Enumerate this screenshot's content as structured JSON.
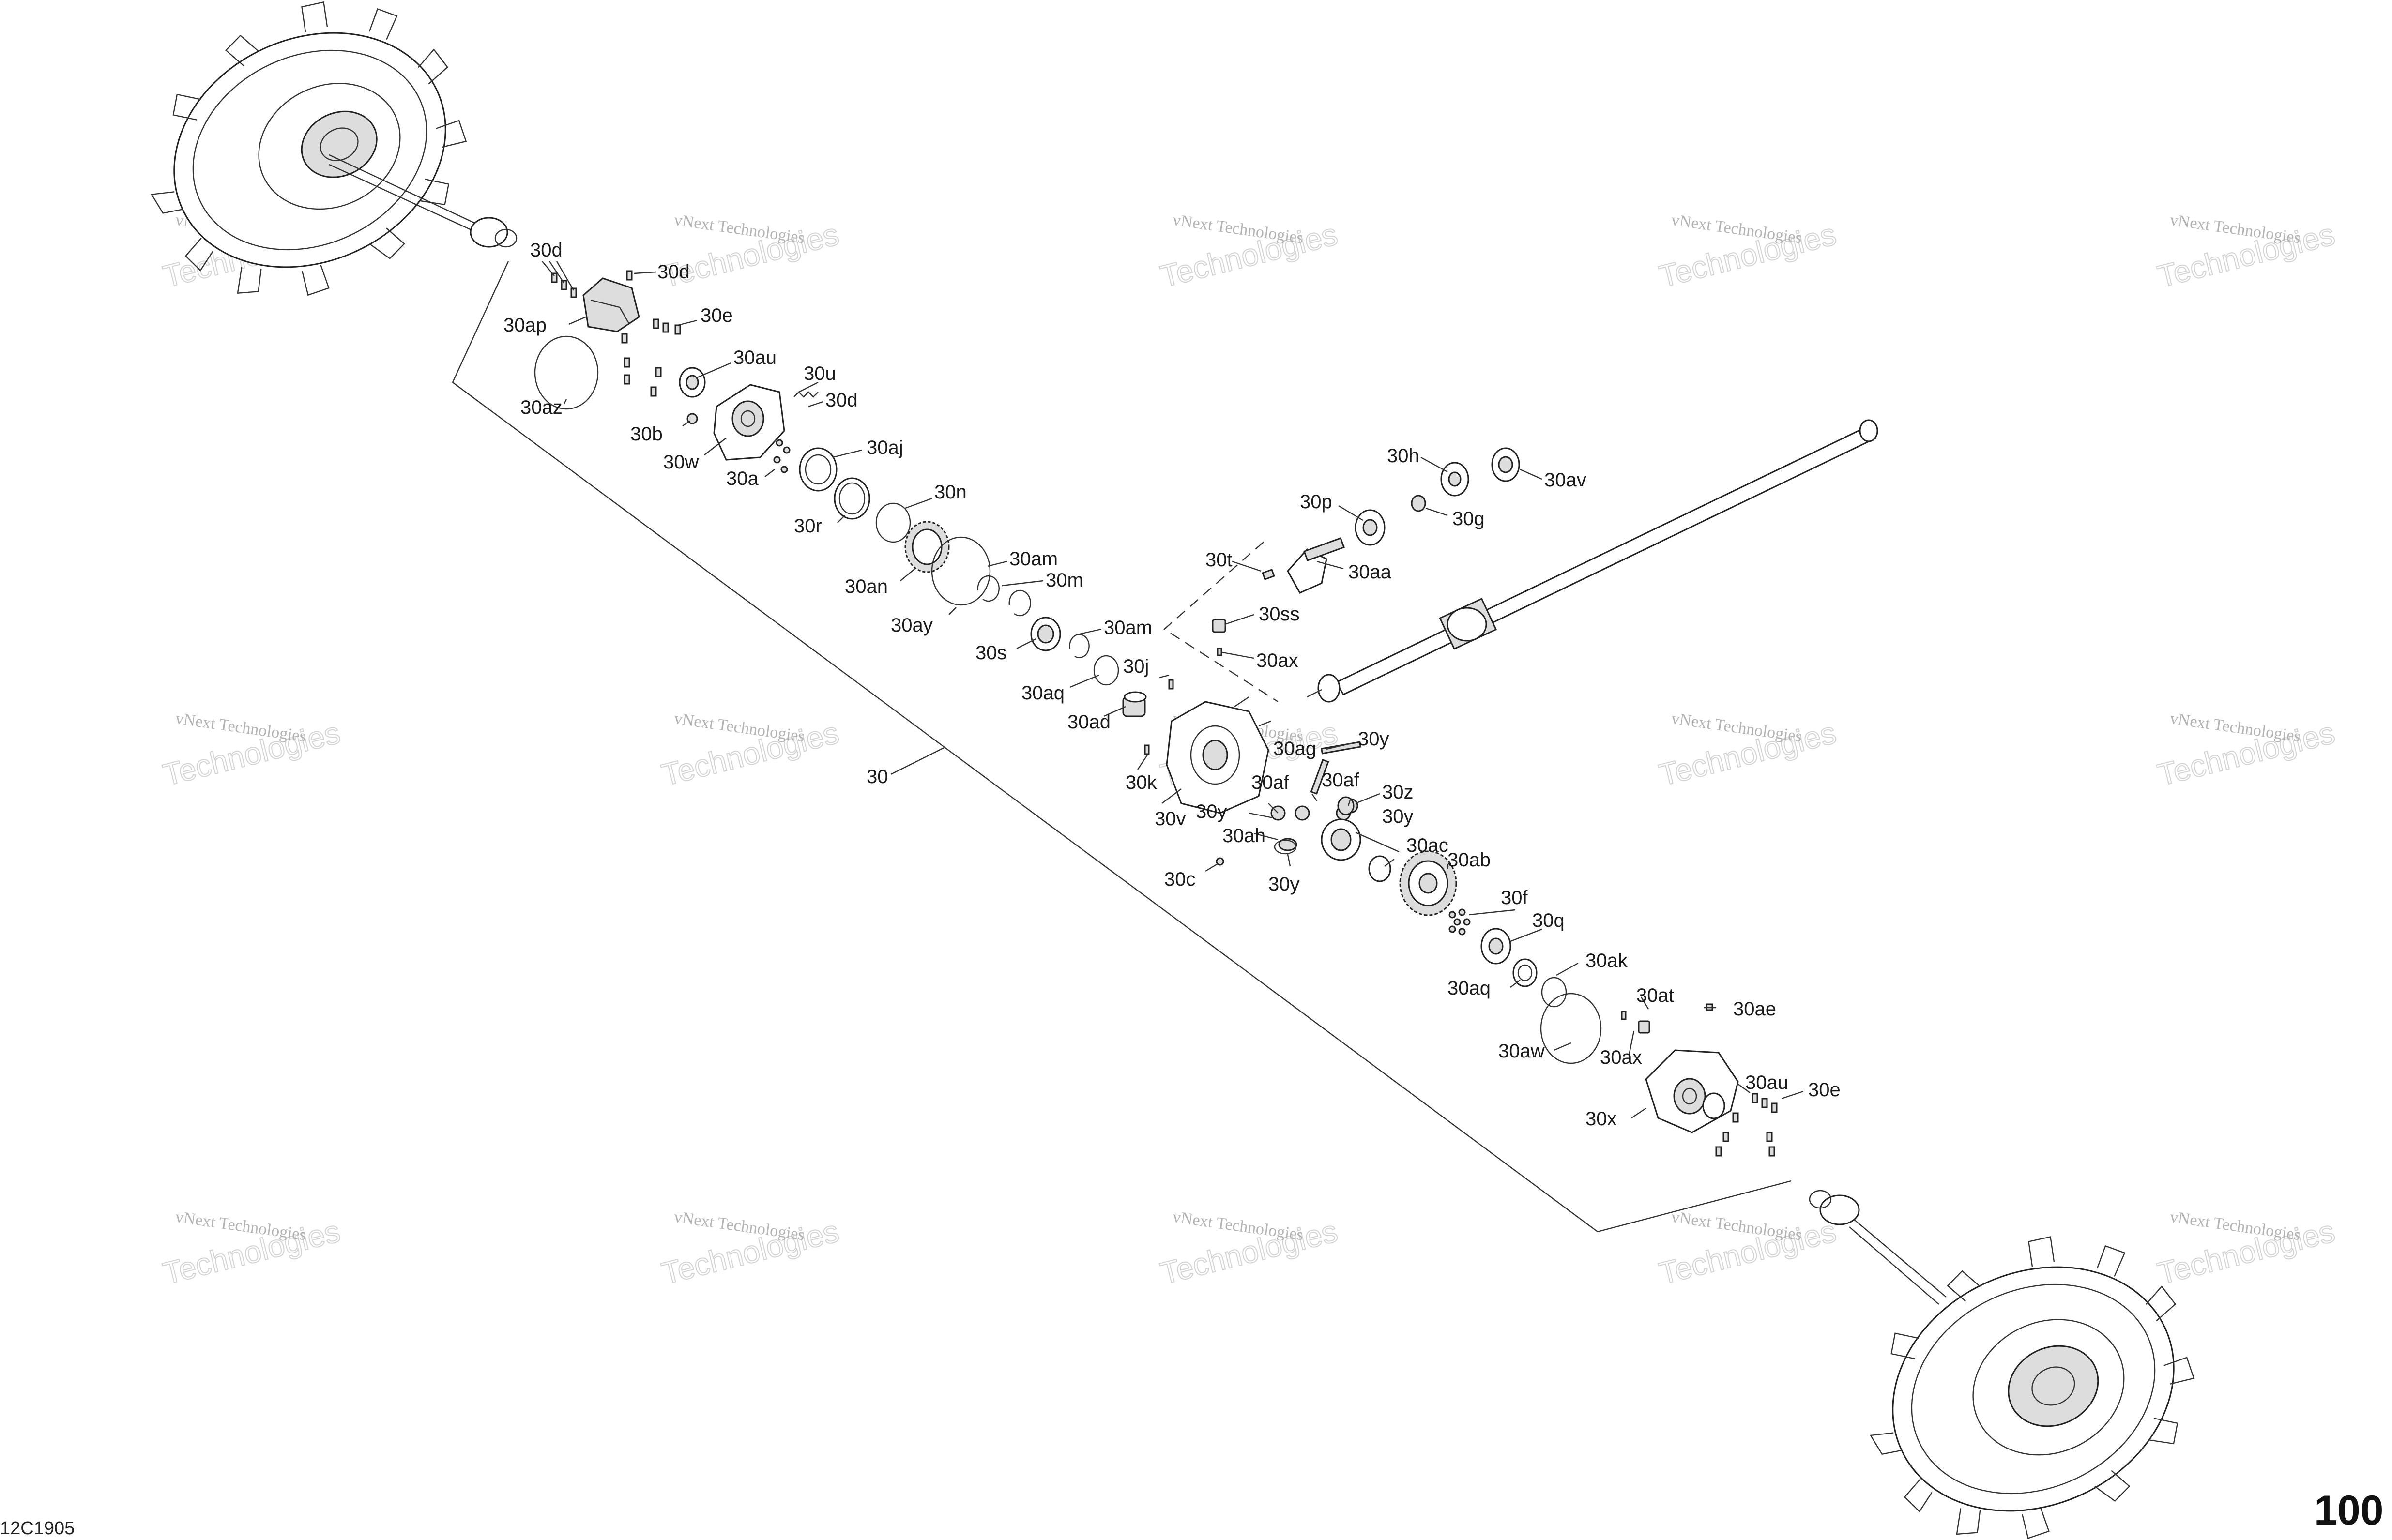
{
  "page_number": "100",
  "drawing_code": "12C1905",
  "watermark": {
    "line1": "vNext Technologies",
    "line2": "Technologies"
  },
  "group_label": "30",
  "callouts": [
    {
      "id": "30d_top",
      "text": "30d"
    },
    {
      "id": "30d_b",
      "text": "30d"
    },
    {
      "id": "30ap",
      "text": "30ap"
    },
    {
      "id": "30e_top",
      "text": "30e"
    },
    {
      "id": "30au_top",
      "text": "30au"
    },
    {
      "id": "30u",
      "text": "30u"
    },
    {
      "id": "30d_c",
      "text": "30d"
    },
    {
      "id": "30az",
      "text": "30az"
    },
    {
      "id": "30b",
      "text": "30b"
    },
    {
      "id": "30w",
      "text": "30w"
    },
    {
      "id": "30aj",
      "text": "30aj"
    },
    {
      "id": "30a",
      "text": "30a"
    },
    {
      "id": "30n",
      "text": "30n"
    },
    {
      "id": "30r",
      "text": "30r"
    },
    {
      "id": "30am_1",
      "text": "30am"
    },
    {
      "id": "30an",
      "text": "30an"
    },
    {
      "id": "30m",
      "text": "30m"
    },
    {
      "id": "30ay",
      "text": "30ay"
    },
    {
      "id": "30am_2",
      "text": "30am"
    },
    {
      "id": "30s",
      "text": "30s"
    },
    {
      "id": "30j",
      "text": "30j"
    },
    {
      "id": "30aq_1",
      "text": "30aq"
    },
    {
      "id": "30ad",
      "text": "30ad"
    },
    {
      "id": "30h",
      "text": "30h"
    },
    {
      "id": "30av",
      "text": "30av"
    },
    {
      "id": "30p",
      "text": "30p"
    },
    {
      "id": "30g",
      "text": "30g"
    },
    {
      "id": "30t",
      "text": "30t"
    },
    {
      "id": "30aa",
      "text": "30aa"
    },
    {
      "id": "30ss",
      "text": "30ss"
    },
    {
      "id": "30ax_1",
      "text": "30ax"
    },
    {
      "id": "30ag",
      "text": "30ag"
    },
    {
      "id": "30y_1",
      "text": "30y"
    },
    {
      "id": "30k",
      "text": "30k"
    },
    {
      "id": "30af_1",
      "text": "30af"
    },
    {
      "id": "30af_2",
      "text": "30af"
    },
    {
      "id": "30z",
      "text": "30z"
    },
    {
      "id": "30y_2",
      "text": "30y"
    },
    {
      "id": "30v",
      "text": "30v"
    },
    {
      "id": "30ah",
      "text": "30ah"
    },
    {
      "id": "30y_3",
      "text": "30y"
    },
    {
      "id": "30ac",
      "text": "30ac"
    },
    {
      "id": "30ab",
      "text": "30ab"
    },
    {
      "id": "30c",
      "text": "30c"
    },
    {
      "id": "30y_4",
      "text": "30y"
    },
    {
      "id": "30f",
      "text": "30f"
    },
    {
      "id": "30q",
      "text": "30q"
    },
    {
      "id": "30ak",
      "text": "30ak"
    },
    {
      "id": "30aq_2",
      "text": "30aq"
    },
    {
      "id": "30at",
      "text": "30at"
    },
    {
      "id": "30ae",
      "text": "30ae"
    },
    {
      "id": "30aw",
      "text": "30aw"
    },
    {
      "id": "30ax_2",
      "text": "30ax"
    },
    {
      "id": "30au_2",
      "text": "30au"
    },
    {
      "id": "30e_2",
      "text": "30e"
    },
    {
      "id": "30x",
      "text": "30x"
    }
  ]
}
